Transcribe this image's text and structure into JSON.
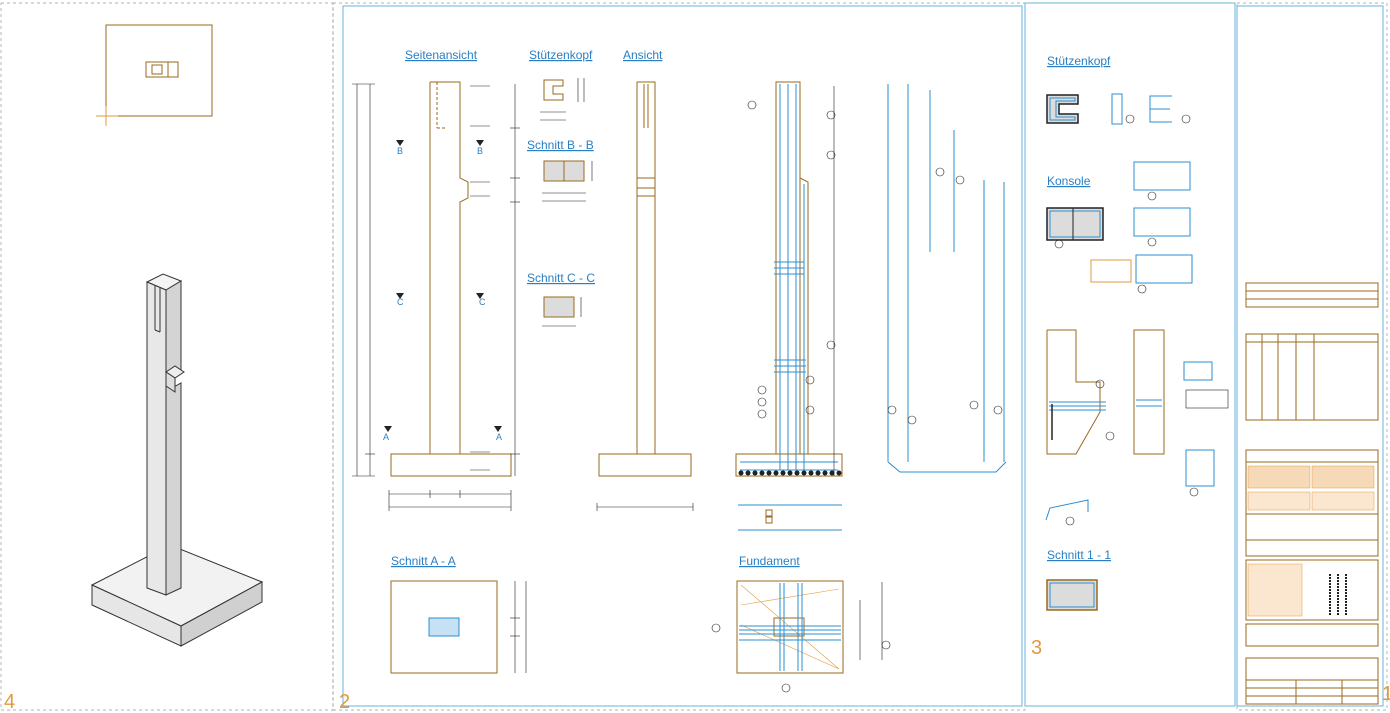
{
  "sheet": {
    "panel_numbers": [
      "4",
      "2",
      "3",
      "1"
    ],
    "titles": {
      "seitenansicht": "Seitenansicht",
      "stuetzenkopf_1": "Stützenkopf",
      "ansicht": "Ansicht",
      "schnitt_bb": "Schnitt B - B",
      "schnitt_cc": "Schnitt C - C",
      "schnitt_aa": "Schnitt A - A",
      "fundament": "Fundament",
      "stuetzenkopf_2": "Stützenkopf",
      "konsole": "Konsole",
      "schnitt_11": "Schnitt 1 - 1"
    },
    "level_marks": [
      "B",
      "B",
      "C",
      "C",
      "A",
      "A"
    ]
  },
  "colors": {
    "outline": "#9a6a1f",
    "rebar": "#2a8fd0",
    "title": "#2a7fc4",
    "panel_number": "#e39a3c",
    "section_fill": "#dcdcdc"
  }
}
